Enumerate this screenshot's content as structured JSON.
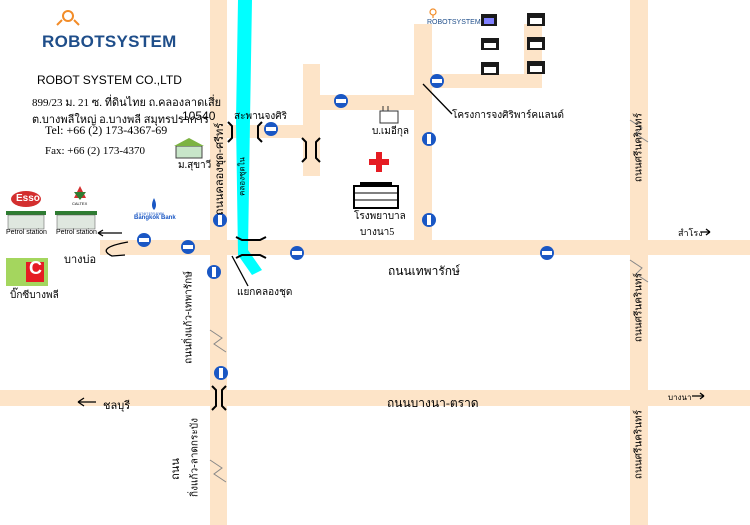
{
  "company": {
    "logo_text": "ROBOTSYSTEM",
    "name": "ROBOT SYSTEM CO.,LTD",
    "address_line1": "899/23 ม. 21 ซ. ที่ดินไทย ถ.คลองลาดเสี่ย",
    "address_line2": "ต.บางพลีใหญ่ อ.บางพลี สมุทรปราการ",
    "postcode": "10540",
    "tel": "Tel: +66 (2) 173-4367-69",
    "fax": "Fax: +66 (2) 173-4370"
  },
  "map": {
    "roads": {
      "thepharak": "ถนนเทพารักษ์",
      "bangna_trad": "ถนนบางนา-ตราด",
      "khlong_chongthanom": "ถนนคลองชุด-ศรีทร์",
      "king_kaeo_upper": "ถนนกิ่งแก้ว-เทพารักษ์",
      "king_kaeo_lower_1": "ถนน",
      "king_kaeo_lower_2": "กิ่งแก้ว-ลาดกระบัง",
      "srinakarin_1": "ถนนศรีนครินทร์",
      "srinakarin_2": "ถนนศรีนครินทร์",
      "srinakarin_3": "ถนนศรีนครินทร์",
      "canal": "คลองชุดใน"
    },
    "places": {
      "bridge": "สะพานจงศิริ",
      "junction": "แยกคลองชุด",
      "village": "ม.สุขาวี",
      "factory": "บ.เมอีกุล",
      "project": "โครงการจงศิริพาร์คแลนด์",
      "hospital_1": "โรงพยาบาล",
      "hospital_2": "บางนา5",
      "robot_label": "ROBOTSYSTEM",
      "bangbo": "บางบ่อ",
      "bigc": "บิ๊กซีบางพลี",
      "bigc_logo": "C",
      "petrol1": "Petrol station",
      "petrol2": "Petrol station",
      "esso": "Esso",
      "caltex": "CALTEX",
      "bank": "Bangkok Bank",
      "bank_thai": "ธนาคารกรุงเทพ"
    },
    "directions": {
      "samrong": "สำโรง",
      "chonburi": "ชลบุรี",
      "bangna": "บางนา"
    }
  },
  "colors": {
    "road": "#fde4c8",
    "canal": "#00ffff",
    "sign_blue": "#1a57c4",
    "hospital_red": "#e51c23",
    "logo_blue": "#1f4e8a",
    "logo_orange": "#f28c28"
  },
  "icons": [
    "robot-logo-icon",
    "one-way-sign-icon",
    "hospital-cross-icon",
    "building-icon",
    "house-icon",
    "factory-icon",
    "petrol-station-icon",
    "bank-icon",
    "arrow-icon"
  ]
}
